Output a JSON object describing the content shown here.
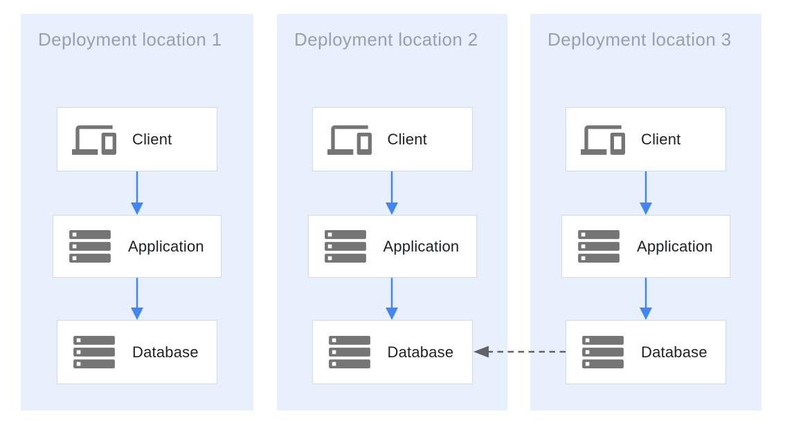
{
  "diagram": {
    "panels": [
      {
        "title": "Deployment location 1",
        "nodes": [
          {
            "icon": "devices-icon",
            "label": "Client"
          },
          {
            "icon": "server-stack-icon",
            "label": "Application"
          },
          {
            "icon": "server-stack-icon",
            "label": "Database"
          }
        ]
      },
      {
        "title": "Deployment location 2",
        "nodes": [
          {
            "icon": "devices-icon",
            "label": "Client"
          },
          {
            "icon": "server-stack-icon",
            "label": "Application"
          },
          {
            "icon": "server-stack-icon",
            "label": "Database"
          }
        ]
      },
      {
        "title": "Deployment location 3",
        "nodes": [
          {
            "icon": "devices-icon",
            "label": "Client"
          },
          {
            "icon": "server-stack-icon",
            "label": "Application"
          },
          {
            "icon": "server-stack-icon",
            "label": "Database"
          }
        ]
      }
    ],
    "arrows": {
      "within_each_panel": [
        {
          "from": "Client",
          "to": "Application",
          "style": "solid",
          "color": "#4285f4"
        },
        {
          "from": "Application",
          "to": "Database",
          "style": "solid",
          "color": "#4285f4"
        }
      ],
      "cross_panel": {
        "from": "Database (Deployment location 3)",
        "to": "Database (Deployment location 2)",
        "style": "dashed",
        "direction": "right-to-left",
        "color": "#5f6368"
      }
    },
    "colors": {
      "panel_bg": "#e8f0fe",
      "panel_title": "#9aa0a6",
      "box_bg": "#ffffff",
      "box_border": "#d6d9dc",
      "icon_gray": "#757575",
      "label_text": "#1f2023",
      "flow_arrow_blue": "#4285f4",
      "replication_arrow_gray": "#5f6368"
    }
  }
}
